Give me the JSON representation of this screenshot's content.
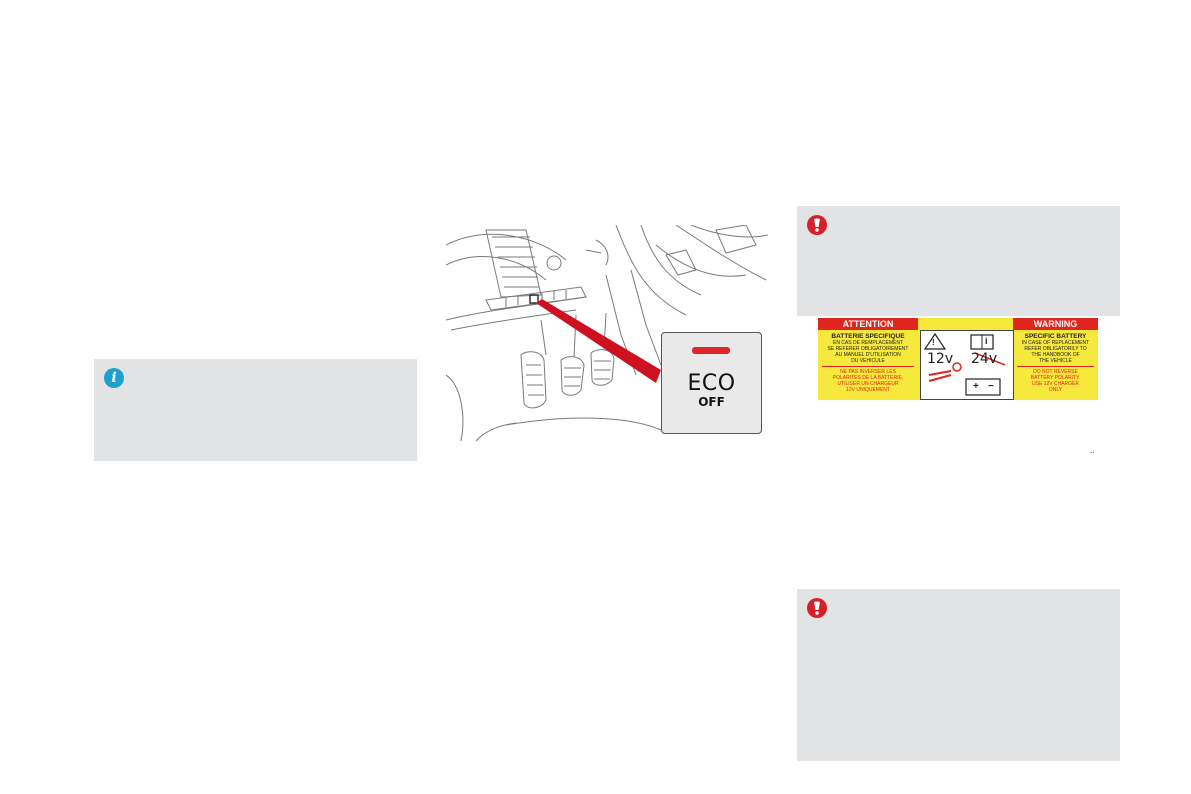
{
  "colors": {
    "panel": "#e2e3e4",
    "info": "#1ea0cf",
    "warning": "#d8202a",
    "label_yellow": "#f6e83d",
    "label_red": "#e0251c",
    "illustration_red": "#cf1020"
  },
  "icons": {
    "info": "info-icon",
    "warning": "warning-icon"
  },
  "info_panel": {
    "icon_glyph": "i"
  },
  "eco_button": {
    "line1": "ECO",
    "line2": "OFF"
  },
  "battery_label": {
    "left_header": "ATTENTION",
    "right_header": "WARNING",
    "left_title": "BATTERIE SPECIFIQUE",
    "left_text_1": "EN CAS DE REMPLACEMENT",
    "left_text_2": "SE REFERER OBLIGATOIREMENT",
    "left_text_3": "AU MANUEL D'UTILISATION",
    "left_text_4": "DU VEHICULE",
    "left_warn_1": "NE PAS INVERSER LES",
    "left_warn_2": "POLARITES DE LA BATTERIE,",
    "left_warn_3": "UTILISER UN CHARGEUR",
    "left_warn_4": "12V UNIQUEMENT",
    "right_title": "SPECIFIC BATTERY",
    "right_text_1": "IN CASE OF REPLACEMENT",
    "right_text_2": "REFER OBLIGATORILY TO",
    "right_text_3": "THE HANDBOOK OF",
    "right_text_4": "THE VEHICLE",
    "right_warn_1": "DO NOT REVERSE",
    "right_warn_2": "BATTERY POLARITY.",
    "right_warn_3": "USE 12V CHARGER",
    "right_warn_4": "ONLY",
    "voltage_ok": "12v",
    "voltage_no": "24v",
    "plus": "+",
    "minus": "−",
    "warn_symbol": "!",
    "info_symbol": "i"
  },
  "tiny_mark": ".."
}
